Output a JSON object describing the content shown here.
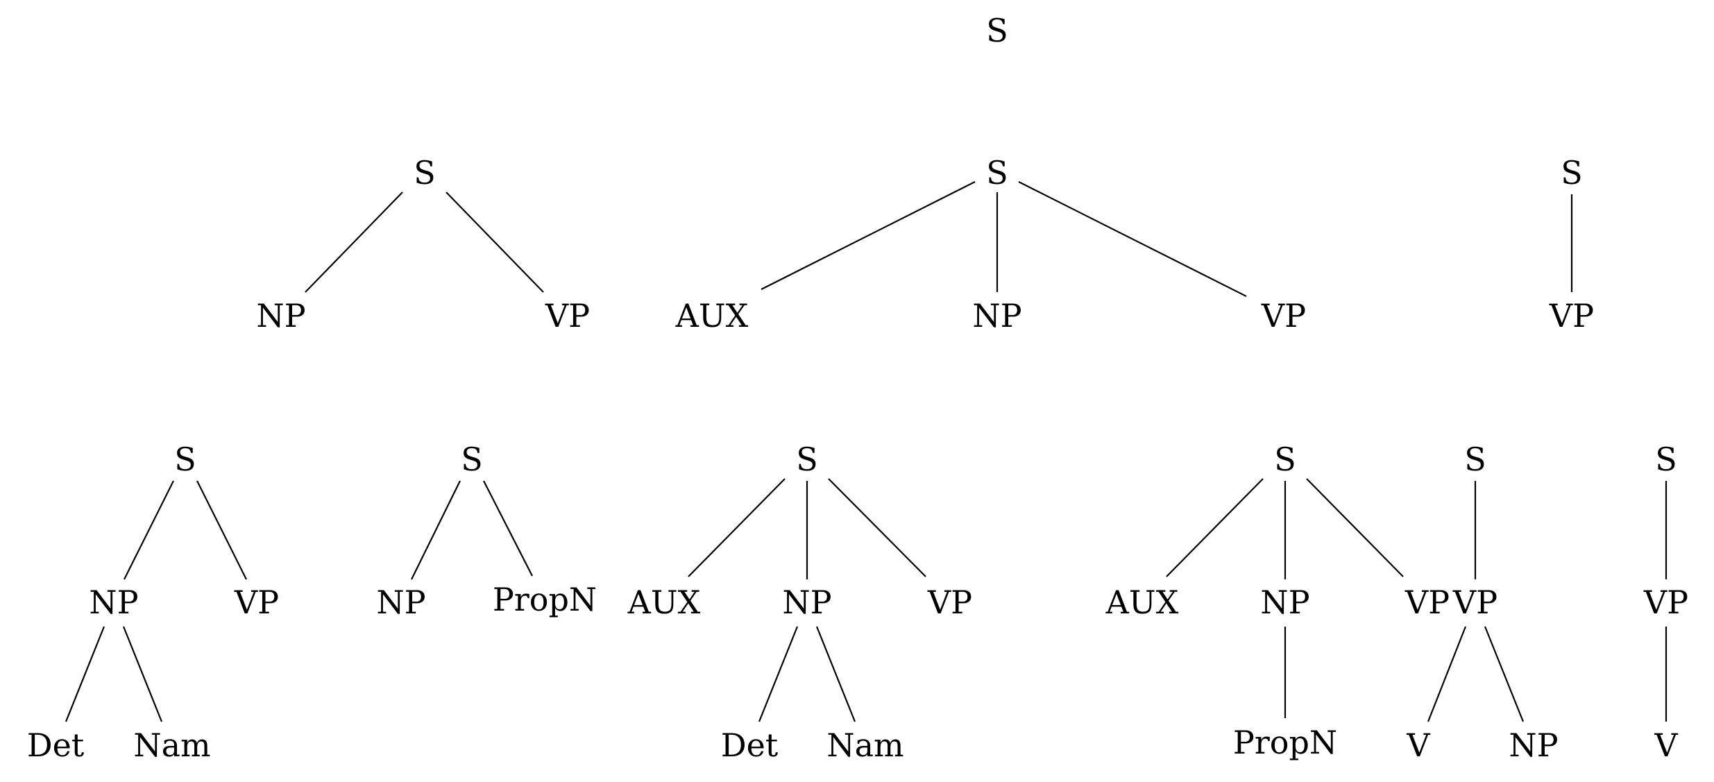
{
  "nodes": {
    "root": "S",
    "t1": {
      "s": "S",
      "np": "NP",
      "vp": "VP"
    },
    "t2": {
      "s": "S",
      "aux": "AUX",
      "np": "NP",
      "vp": "VP"
    },
    "t3": {
      "s": "S",
      "vp": "VP"
    },
    "t4": {
      "s": "S",
      "np": "NP",
      "vp": "VP",
      "det": "Det",
      "nam": "Nam"
    },
    "t5": {
      "s": "S",
      "np": "NP",
      "propn": "PropN"
    },
    "t6": {
      "s": "S",
      "aux": "AUX",
      "np": "NP",
      "vp": "VP",
      "det": "Det",
      "nam": "Nam"
    },
    "t7": {
      "s": "S",
      "aux": "AUX",
      "np": "NP",
      "vp": "VP",
      "propn": "PropN"
    },
    "t8": {
      "s": "S",
      "vp": "VP",
      "v": "V",
      "np": "NP"
    },
    "t9": {
      "s": "S",
      "vp": "VP",
      "v": "V"
    }
  }
}
